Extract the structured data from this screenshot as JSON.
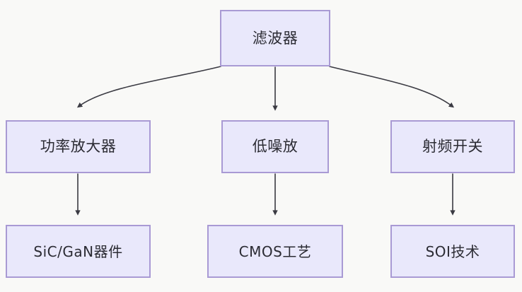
{
  "diagram": {
    "type": "flowchart",
    "orientation": "top-down",
    "background_color": "#f9f9f7",
    "node_fill_color": "#e9e8fb",
    "node_border_color": "#a99ad4",
    "edge_color": "#3a3a42",
    "text_color": "#2b2b33",
    "nodes": [
      {
        "id": "root",
        "label": "滤波器",
        "level": 0,
        "column": "center"
      },
      {
        "id": "pa",
        "label": "功率放大器",
        "level": 1,
        "column": "left"
      },
      {
        "id": "lna",
        "label": "低噪放",
        "level": 1,
        "column": "center"
      },
      {
        "id": "sw",
        "label": "射频开关",
        "level": 1,
        "column": "right"
      },
      {
        "id": "sicgan",
        "label": "SiC/GaN器件",
        "level": 2,
        "column": "left"
      },
      {
        "id": "cmos",
        "label": "CMOS工艺",
        "level": 2,
        "column": "center"
      },
      {
        "id": "soi",
        "label": "SOI技术",
        "level": 2,
        "column": "right"
      }
    ],
    "edges": [
      {
        "from": "root",
        "to": "pa",
        "style": "curved",
        "arrowhead": "filled-triangle"
      },
      {
        "from": "root",
        "to": "lna",
        "style": "straight",
        "arrowhead": "filled-triangle"
      },
      {
        "from": "root",
        "to": "sw",
        "style": "curved",
        "arrowhead": "filled-triangle"
      },
      {
        "from": "pa",
        "to": "sicgan",
        "style": "straight",
        "arrowhead": "filled-triangle"
      },
      {
        "from": "lna",
        "to": "cmos",
        "style": "straight",
        "arrowhead": "filled-triangle"
      },
      {
        "from": "sw",
        "to": "soi",
        "style": "straight",
        "arrowhead": "filled-triangle"
      }
    ]
  }
}
